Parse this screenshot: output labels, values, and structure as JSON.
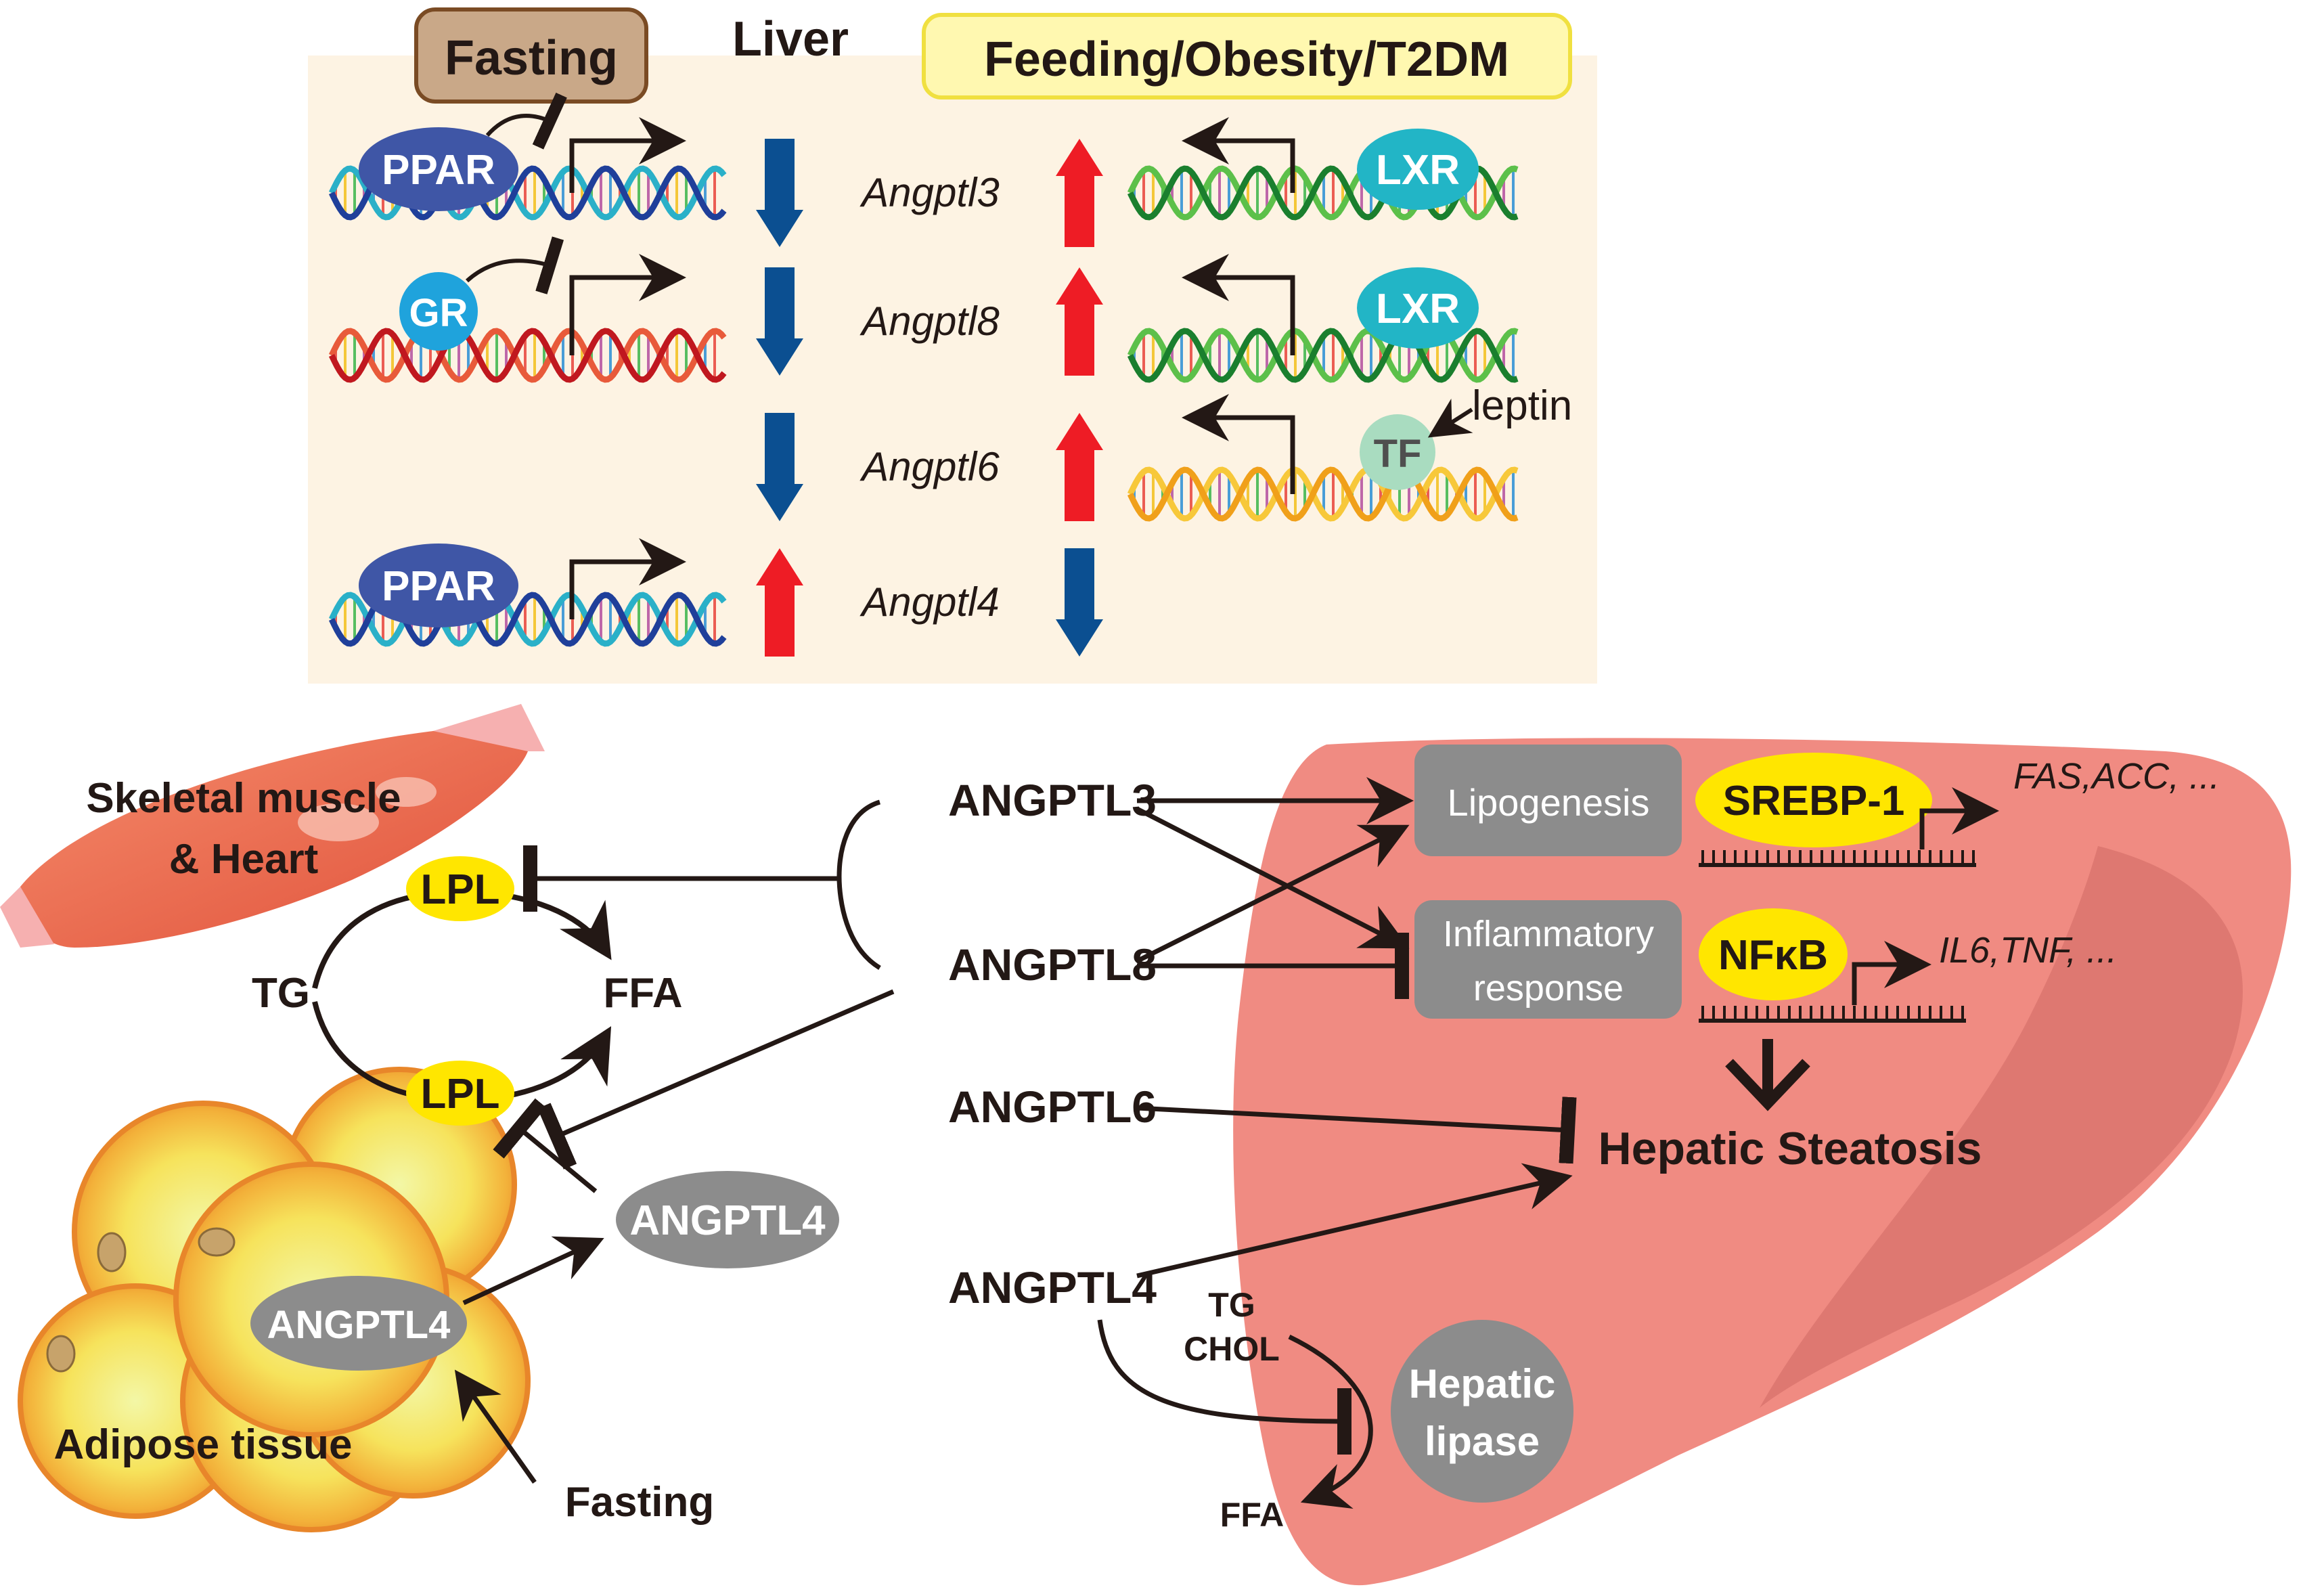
{
  "top_panel": {
    "fasting_label": "Fasting",
    "liver_label": "Liver",
    "feeding_label": "Feeding/Obesity/T2DM",
    "rows": [
      {
        "gene": "Angptl3",
        "left_factor": "PPAR",
        "right_factor": "LXR",
        "fasting_direction": "down",
        "feeding_direction": "up"
      },
      {
        "gene": "Angptl8",
        "left_factor": "GR",
        "right_factor": "LXR",
        "fasting_direction": "down",
        "feeding_direction": "up"
      },
      {
        "gene": "Angptl6",
        "left_factor": "",
        "right_factor": "TF",
        "right_signal": "leptin",
        "fasting_direction": "down",
        "feeding_direction": "up"
      },
      {
        "gene": "Angptl4",
        "left_factor": "PPAR",
        "right_factor": "",
        "fasting_direction": "up",
        "feeding_direction": "down"
      }
    ]
  },
  "bottom_panel": {
    "muscle_label_line1": "Skeletal muscle",
    "muscle_label_line2": "& Heart",
    "lpl_label": "LPL",
    "tg_label": "TG",
    "ffa_label": "FFA",
    "adipose_label": "Adipose tissue",
    "adipose_angptl4": "ANGPTL4",
    "secreted_angptl4": "ANGPTL4",
    "fasting_label": "Fasting",
    "angptl3": "ANGPTL3",
    "angptl8": "ANGPTL8",
    "angptl6": "ANGPTL6",
    "angptl4": "ANGPTL4",
    "lipogenesis": "Lipogenesis",
    "srebp": "SREBP-1",
    "srebp_targets": "FAS,ACC, ...",
    "inflammatory_line1": "Inflammatory",
    "inflammatory_line2": "response",
    "nfkb": "NFκB",
    "nfkb_targets": "IL6,TNF, ...",
    "steatosis": "Hepatic Steatosis",
    "hl_tg": "TG",
    "hl_chol": "CHOL",
    "hl_ffa": "FFA",
    "hepatic_lipase_line1": "Hepatic",
    "hepatic_lipase_line2": "lipase"
  },
  "colors": {
    "panel_bg": "#fdf3e3",
    "fasting_box": "#c9a888",
    "feeding_box": "#fff8b0",
    "up_arrow": "#ee1c25",
    "down_arrow": "#0b4f91",
    "ppar": "#3f56a6",
    "gr": "#1fa3dc",
    "lxr": "#22b5c6",
    "tf": "#a9dcc0",
    "lpl": "#ffe600",
    "liver": "#f08b82",
    "grey_box": "#8c8c8c"
  }
}
